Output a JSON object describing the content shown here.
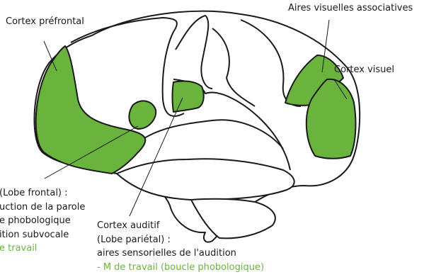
{
  "labels": {
    "prefrontal": "Cortex préfrontal",
    "visual_assoc": "Aires visuelles associatives",
    "visual": "Cortex visuel"
  },
  "frontal_block": {
    "line1": "(Lobe frontal) :",
    "line2": "uction de la parole",
    "line3": "e phobologique",
    "line4": "ition subvocale",
    "line5": "e travail"
  },
  "auditory_block": {
    "line1": "Cortex auditif",
    "line2": "(Lobe pariétal) :",
    "line3": "aires sensorielles de l'audition",
    "line4": "- M de travail (boucle phobologique)"
  },
  "colors": {
    "region_fill": "#6ab43e",
    "accent_text": "#6ab43e",
    "outline": "#1a1a1a"
  }
}
